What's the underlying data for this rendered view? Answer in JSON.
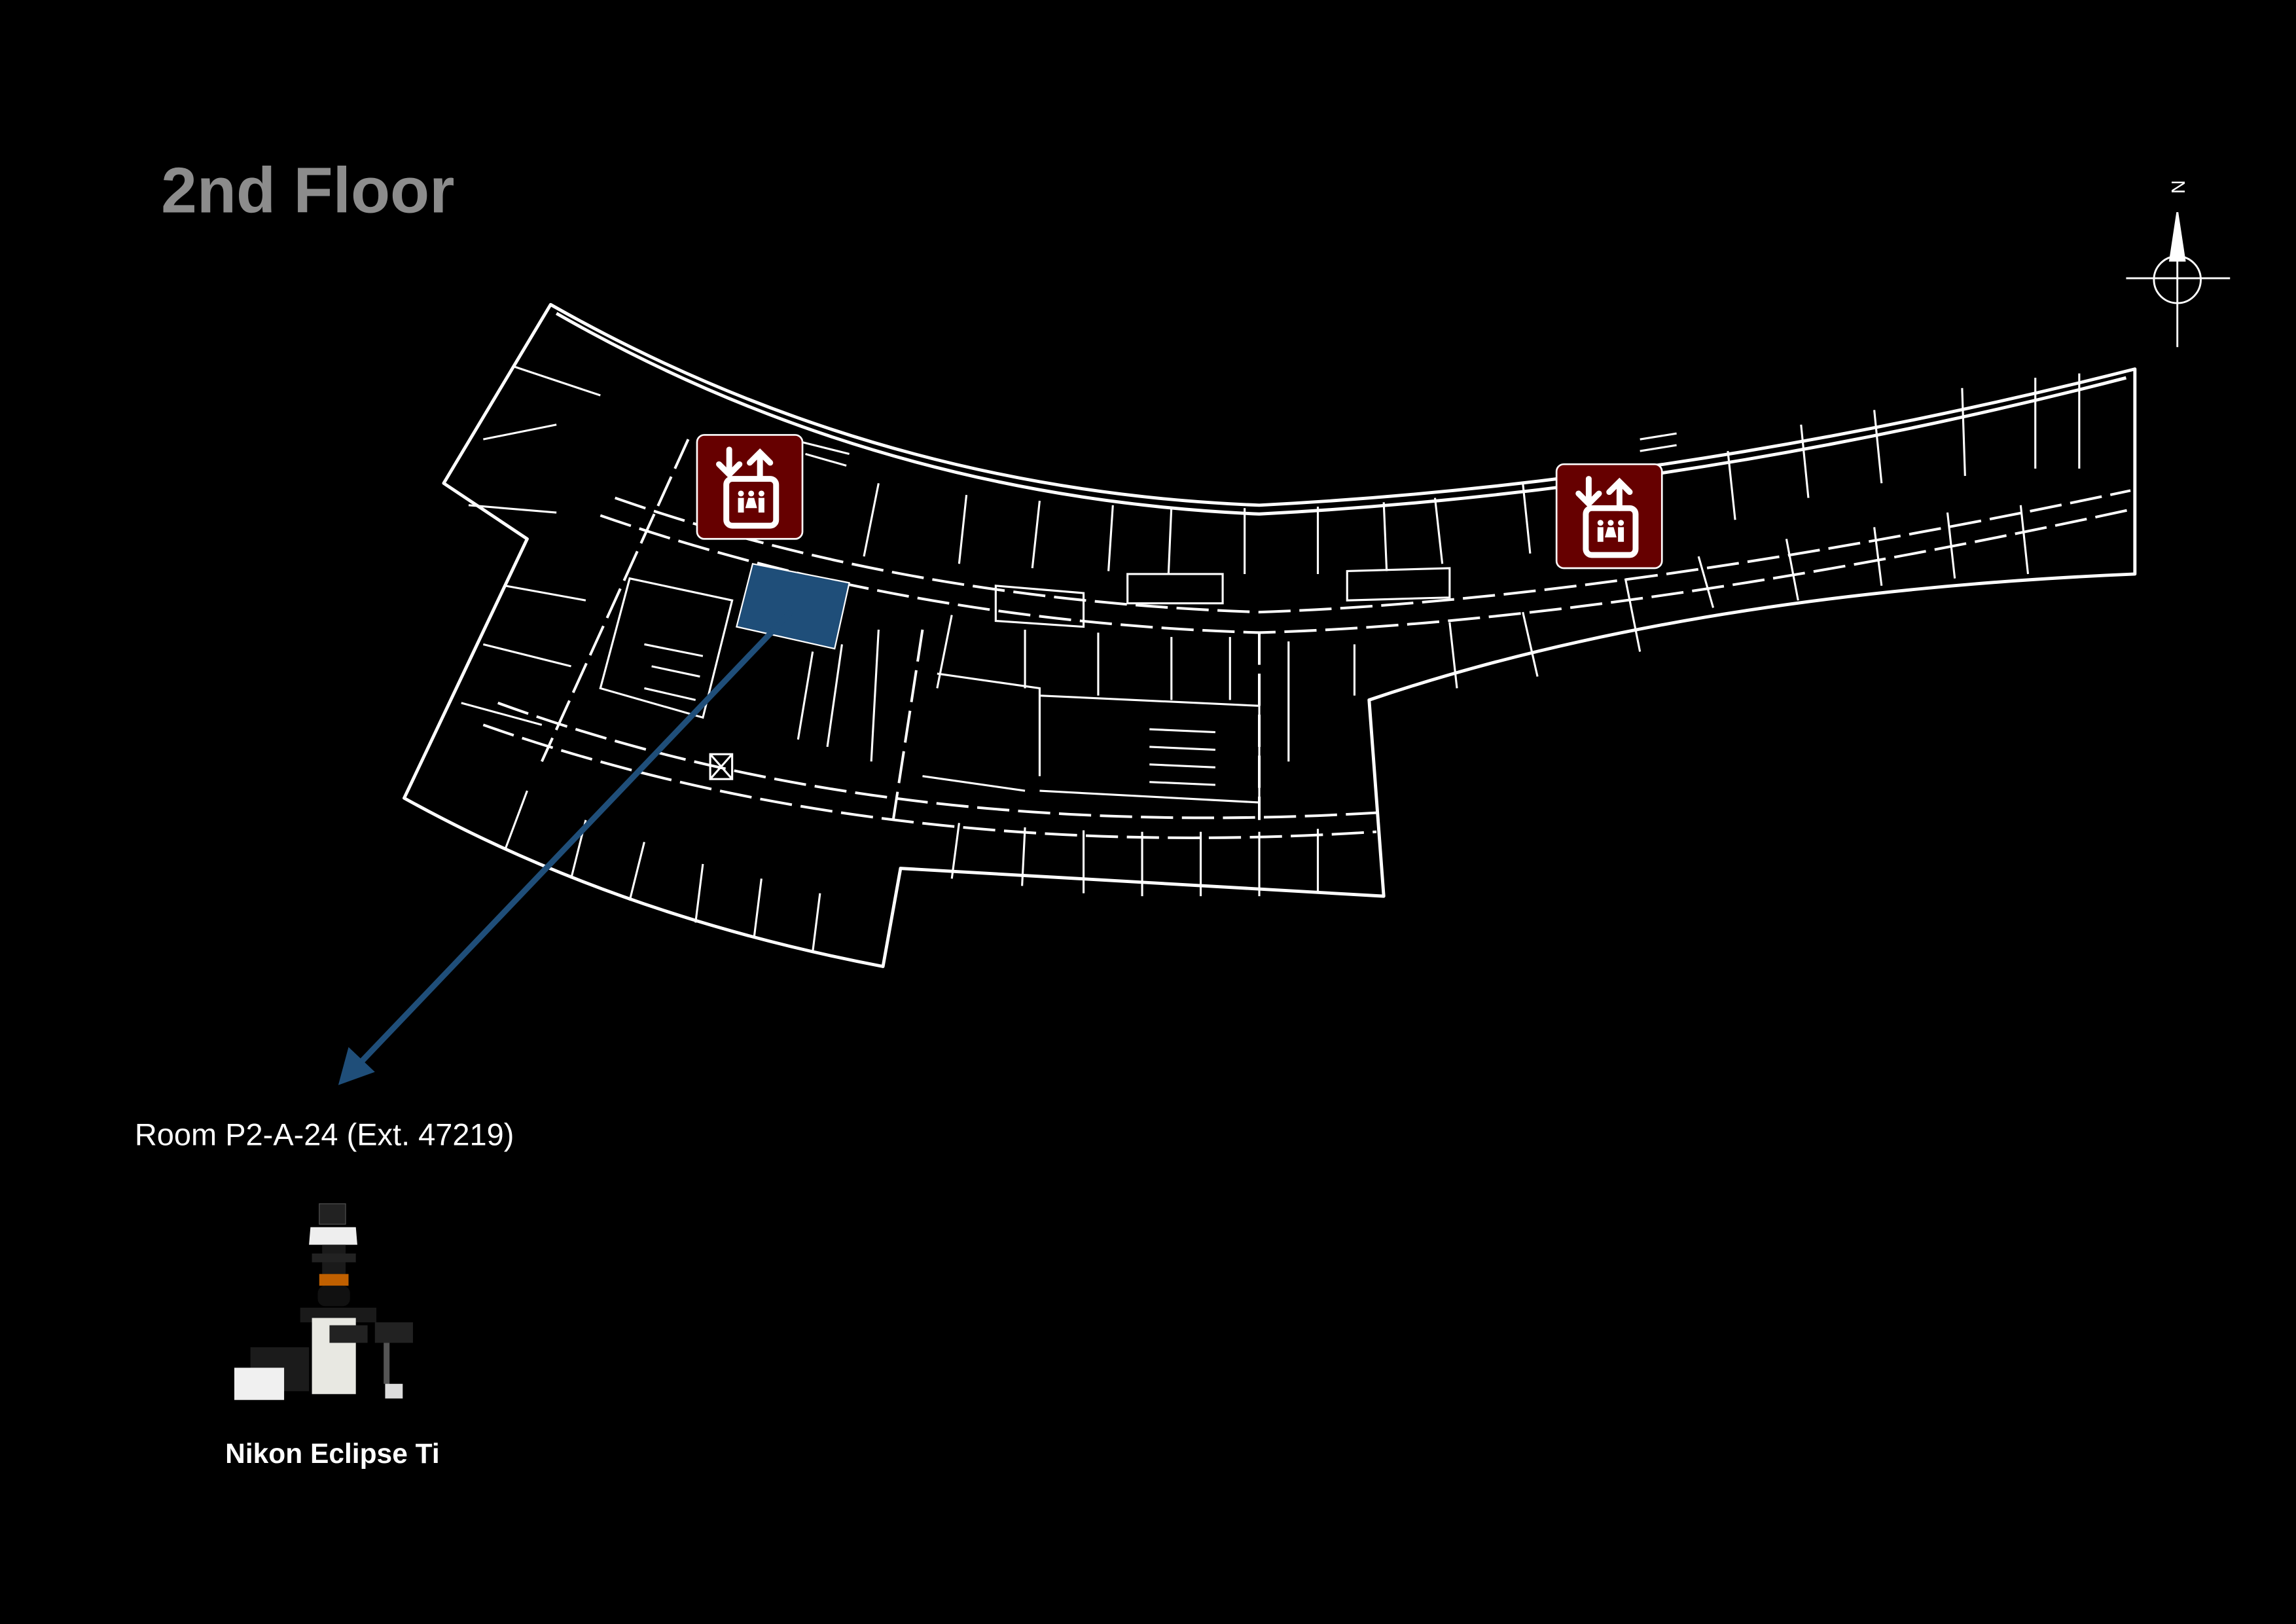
{
  "title": "2nd Floor",
  "compass": {
    "label": "N",
    "icon": "north-arrow-compass-icon"
  },
  "location": {
    "room_label": "Room P2-A-24 (Ext. 47219)",
    "highlight_color": "#1f4e79"
  },
  "equipment": {
    "name": "Nikon Eclipse Ti",
    "icon": "microscope-image"
  },
  "elevators": [
    {
      "icon": "elevator-icon",
      "color": "#660000"
    },
    {
      "icon": "elevator-icon",
      "color": "#660000"
    }
  ]
}
